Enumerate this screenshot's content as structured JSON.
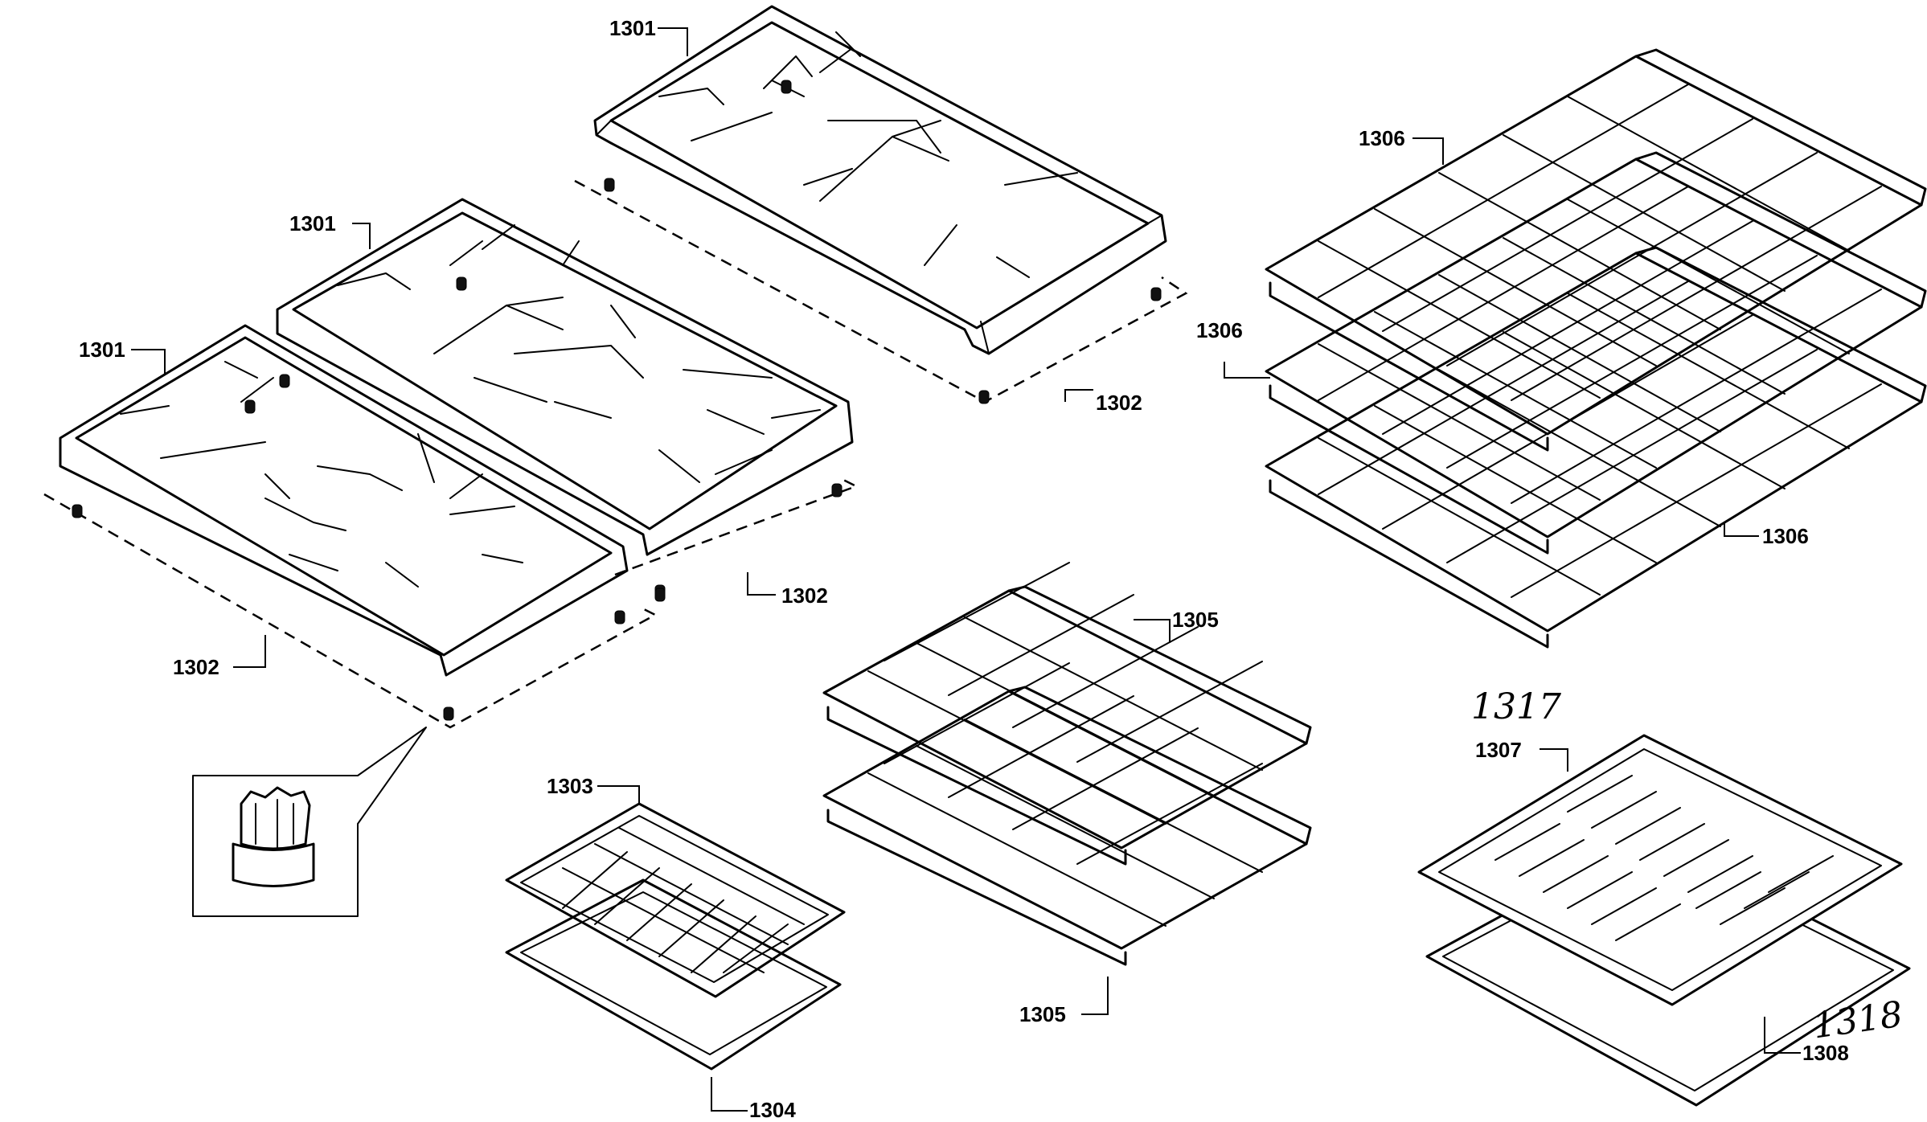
{
  "callouts": {
    "c1301_top": "1301",
    "c1301_mid": "1301",
    "c1301_left": "1301",
    "c1302_right": "1302",
    "c1302_mid": "1302",
    "c1302_left": "1302",
    "c1303": "1303",
    "c1304": "1304",
    "c1305_top": "1305",
    "c1305_bottom": "1305",
    "c1306_top": "1306",
    "c1306_mid": "1306",
    "c1306_bottom": "1306",
    "c1307": "1307",
    "c1308": "1308"
  },
  "handwritten": {
    "h1317": "1317",
    "h1318": "1318"
  }
}
